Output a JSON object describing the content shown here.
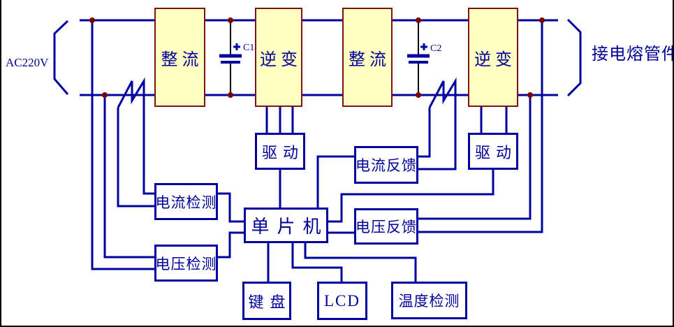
{
  "diagram": {
    "description": "Block diagram of an electrofusion welder power supply: AC220V input, rectify-invert-rectify-invert chain controlled by an MCU",
    "labels": {
      "ac_input": "AC220V",
      "output": "接电熔管件",
      "cap1": "C1",
      "cap2": "C2"
    },
    "blocks": {
      "rectifier1": "整流",
      "inverter1": "逆变",
      "rectifier2": "整流",
      "inverter2": "逆变",
      "drive1": "驱动",
      "drive2": "驱动",
      "current_feedback": "电流反馈",
      "voltage_feedback": "电压反馈",
      "current_detect": "电流检测",
      "voltage_detect": "电压检测",
      "mcu": "单片机",
      "keyboard": "键盘",
      "lcd": "LCD",
      "temp_detect": "温度检测"
    },
    "colors": {
      "wire": "#0000A0",
      "text": "#000099",
      "power_block_fill": "#FFFFC2",
      "power_block_border": "#7B1414",
      "control_block_border": "#0000A0",
      "junction_dot": "#7B0000",
      "capacitor_lead": "#000000",
      "frame_border": "#000000",
      "background": "#FFFFFF"
    }
  }
}
